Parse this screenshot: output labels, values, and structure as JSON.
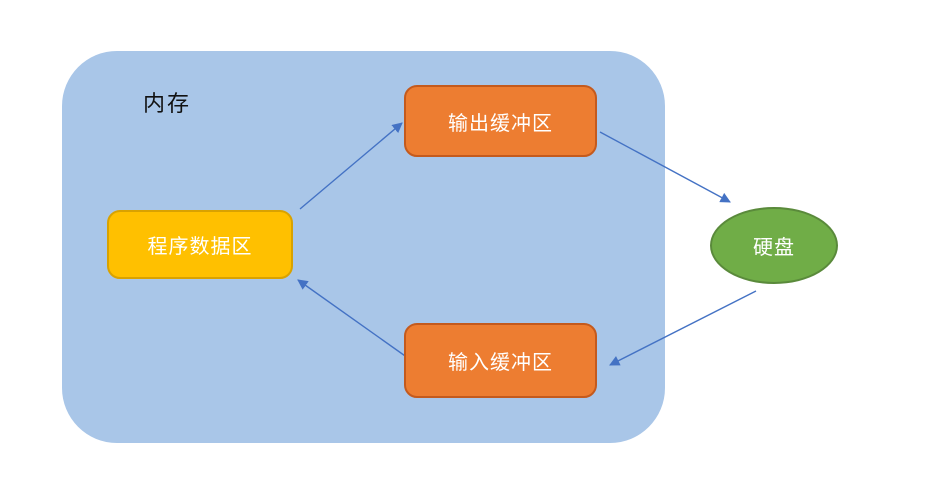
{
  "diagram": {
    "memory_container": {
      "label": "内存"
    },
    "nodes": {
      "output_buffer": {
        "label": "输出缓冲区"
      },
      "program_data": {
        "label": "程序数据区"
      },
      "input_buffer": {
        "label": "输入缓冲区"
      },
      "hard_disk": {
        "label": "硬盘"
      }
    },
    "edges": [
      {
        "from": "program_data",
        "to": "output_buffer"
      },
      {
        "from": "output_buffer",
        "to": "hard_disk"
      },
      {
        "from": "hard_disk",
        "to": "input_buffer"
      },
      {
        "from": "input_buffer",
        "to": "program_data"
      }
    ],
    "colors": {
      "container_fill": "#A9C6E8",
      "buffer_fill": "#ED7D31",
      "buffer_border": "#C45A1D",
      "program_fill": "#FFC000",
      "program_border": "#D9A200",
      "disk_fill": "#70AD47",
      "disk_border": "#5A8A3B",
      "arrow_color": "#4472C4",
      "label_text": "#111111",
      "node_text": "#FFFFFF"
    }
  }
}
